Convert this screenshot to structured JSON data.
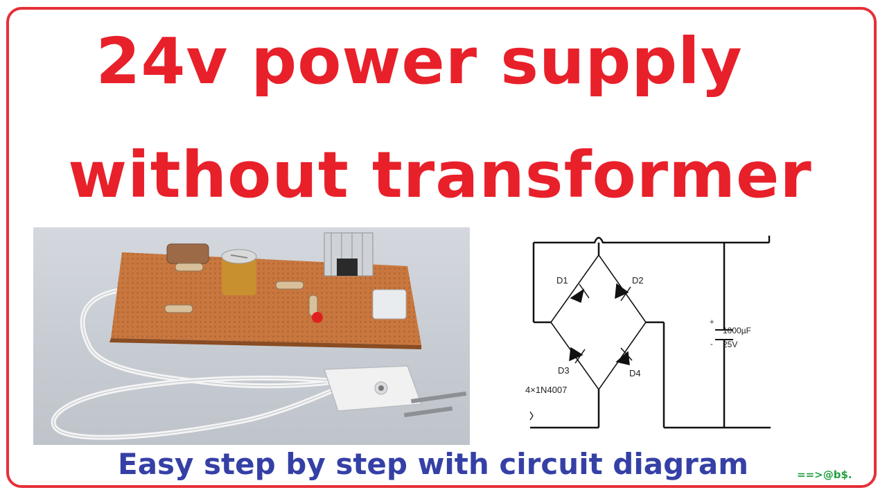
{
  "title": {
    "line1": "24v power supply",
    "line2": "without transformer"
  },
  "subtitle": "Easy step by step with circuit diagram",
  "signature": "==>@b$.",
  "circuit": {
    "diodes": [
      "D1",
      "D2",
      "D3",
      "D4"
    ],
    "diode_part": "4×1N4007",
    "capacitor_value": "1000µF",
    "capacitor_voltage": "25V",
    "cap_plus": "+",
    "cap_minus": "-"
  },
  "colors": {
    "border": "#e53039",
    "title": "#e8202a",
    "subtitle": "#3540a6",
    "signature": "#20a040",
    "pcb": "#c8773f"
  }
}
